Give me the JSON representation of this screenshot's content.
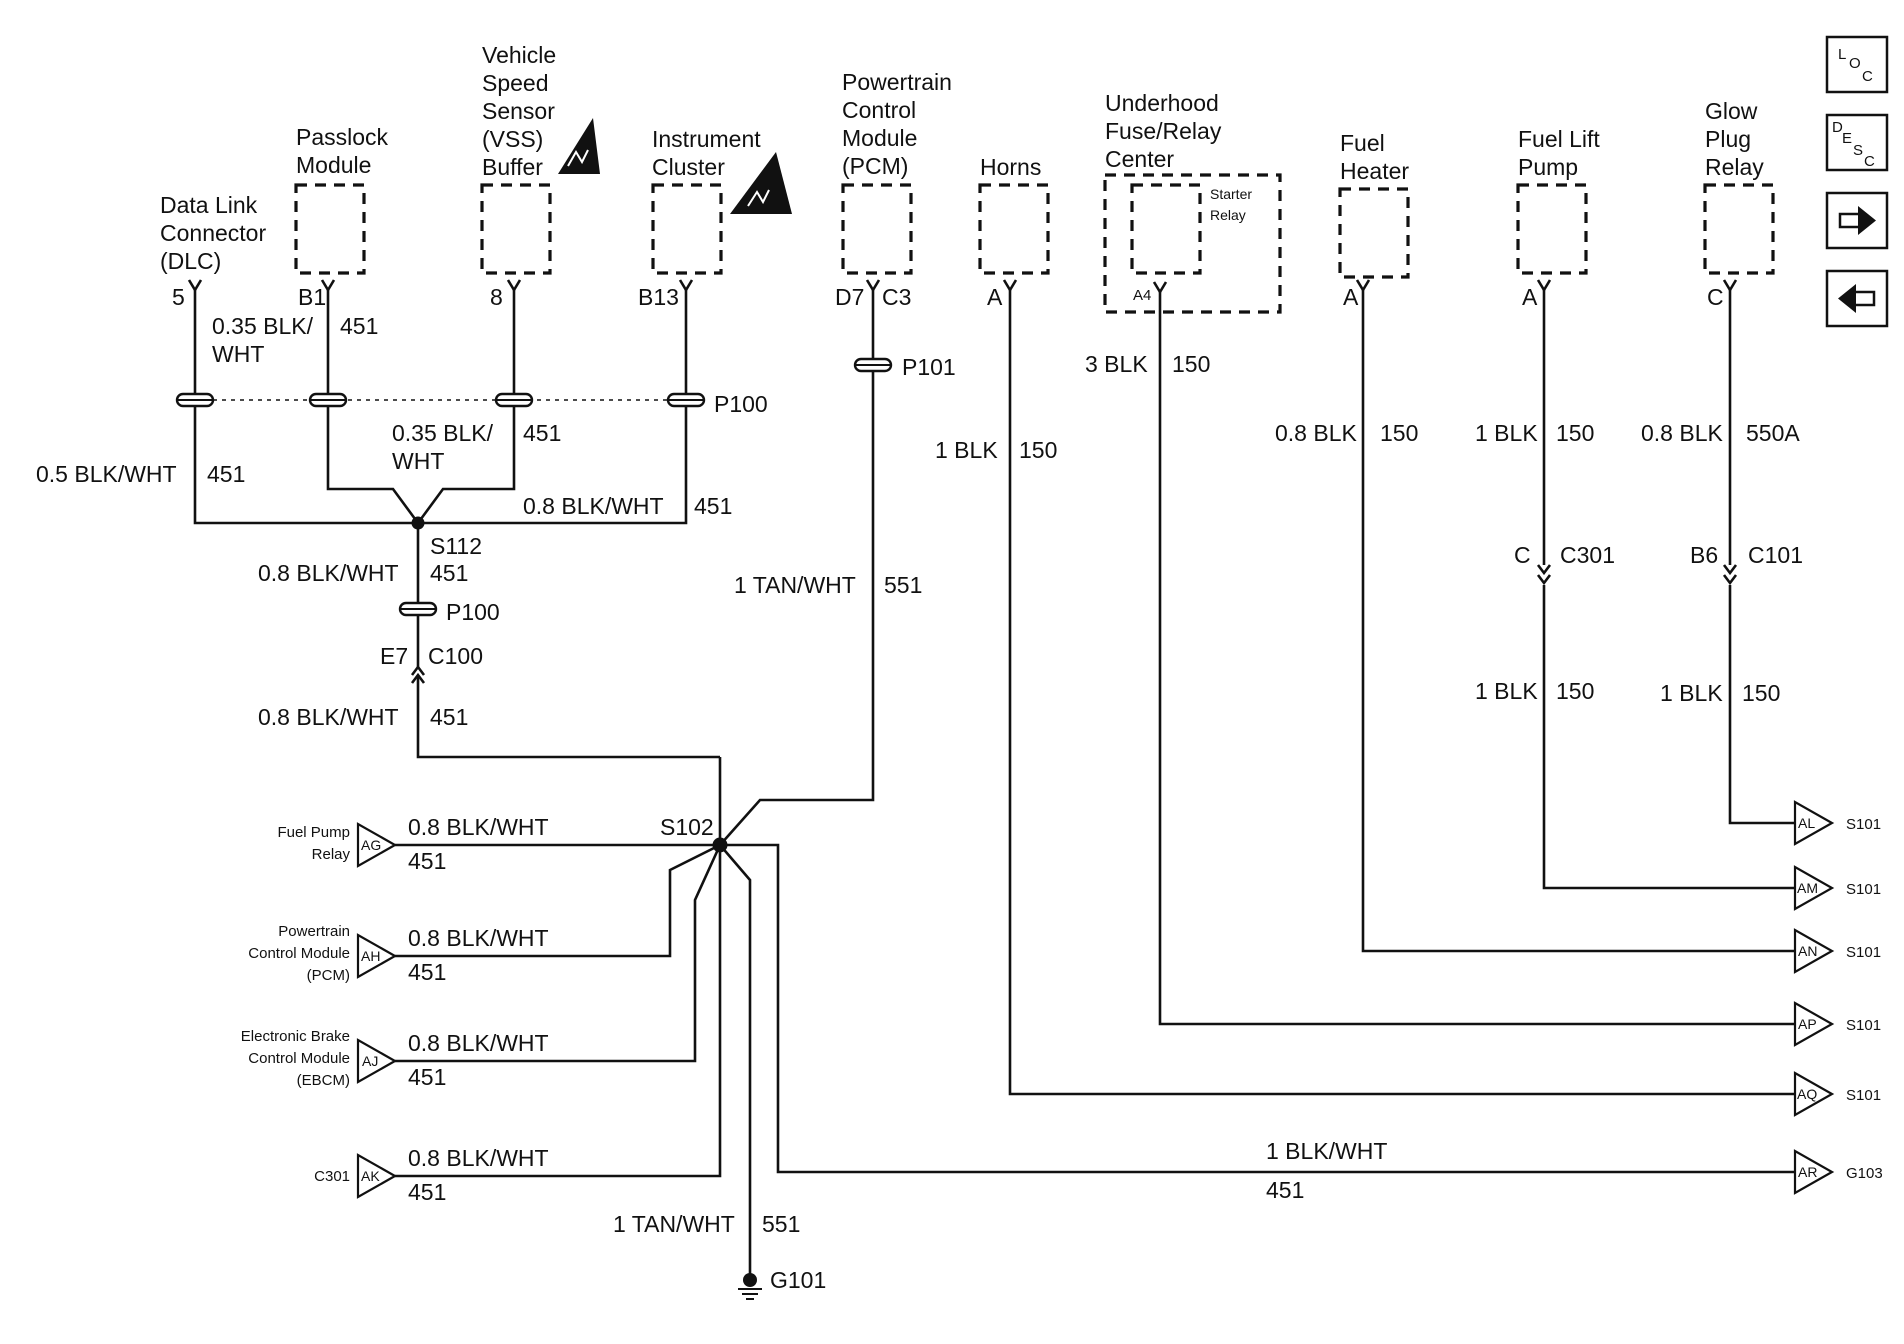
{
  "modules": {
    "dlc": [
      "Data Link",
      "Connector",
      "(DLC)"
    ],
    "passlock": [
      "Passlock",
      "Module"
    ],
    "vss": [
      "Vehicle",
      "Speed",
      "Sensor",
      "(VSS)",
      "Buffer"
    ],
    "cluster": [
      "Instrument",
      "Cluster"
    ],
    "pcm": [
      "Powertrain",
      "Control",
      "Module",
      "(PCM)"
    ],
    "horns": [
      "Horns"
    ],
    "ufrc": [
      "Underhood",
      "Fuse/Relay",
      "Center"
    ],
    "starter": [
      "Starter",
      "Relay"
    ],
    "fuel_heater": [
      "Fuel",
      "Heater"
    ],
    "fuel_lift": [
      "Fuel Lift",
      "Pump"
    ],
    "glow": [
      "Glow",
      "Plug",
      "Relay"
    ]
  },
  "pins": {
    "dlc": "5",
    "passlock": "B1",
    "vss": "8",
    "cluster": "B13",
    "pcm_a": "D7",
    "pcm_b": "C3",
    "horns": "A",
    "starter": "A4",
    "fuel_heater": "A",
    "fuel_lift": "A",
    "glow": "C"
  },
  "wires": {
    "passlock_size_1": "0.35 BLK/",
    "passlock_size_2": "WHT",
    "passlock_circ": "451",
    "vss_size_1": "0.35 BLK/",
    "vss_size_2": "WHT",
    "vss_circ": "451",
    "dlc_size": "0.5 BLK/WHT",
    "dlc_circ": "451",
    "cluster_size": "0.8 BLK/WHT",
    "cluster_circ": "451",
    "s112_down_size": "0.8 BLK/WHT",
    "s112_down_circ": "451",
    "c100_down_size": "0.8 BLK/WHT",
    "c100_down_circ": "451",
    "pcm_size": "1 TAN/WHT",
    "pcm_circ": "551",
    "horns_size": "1 BLK",
    "horns_circ": "150",
    "starter_size": "3 BLK",
    "starter_circ": "150",
    "heater_size": "0.8 BLK",
    "heater_circ": "150",
    "lift_size": "1 BLK",
    "lift_circ": "150",
    "lift_low_size": "1 BLK",
    "lift_low_circ": "150",
    "glow_size": "0.8 BLK",
    "glow_circ": "550A",
    "glow_low_size": "1 BLK",
    "glow_low_circ": "150",
    "fpr_size": "0.8 BLK/WHT",
    "fpr_circ": "451",
    "pcm2_size": "0.8 BLK/WHT",
    "pcm2_circ": "451",
    "ebcm_size": "0.8 BLK/WHT",
    "ebcm_circ": "451",
    "c301_size": "0.8 BLK/WHT",
    "c301_circ": "451",
    "ground_size": "1 TAN/WHT",
    "ground_circ": "551",
    "g103_size": "1 BLK/WHT",
    "g103_circ": "451"
  },
  "connectors": {
    "p100_top": "P100",
    "p100_low": "P100",
    "p101": "P101",
    "s112": "S112",
    "s102": "S102",
    "c100_pin": "E7",
    "c100": "C100",
    "c301_pin": "C",
    "c301": "C301",
    "c101_pin": "B6",
    "c101": "C101",
    "ground": "G101"
  },
  "left_refs": [
    {
      "name": [
        "Fuel Pump",
        "Relay"
      ],
      "code": "AG"
    },
    {
      "name": [
        "Powertrain",
        "Control Module",
        "(PCM)"
      ],
      "code": "AH"
    },
    {
      "name": [
        "Electronic Brake",
        "Control Module",
        "(EBCM)"
      ],
      "code": "AJ"
    },
    {
      "name": [
        "C301"
      ],
      "code": "AK"
    }
  ],
  "right_refs": [
    {
      "code": "AL",
      "dest": "S101"
    },
    {
      "code": "AM",
      "dest": "S101"
    },
    {
      "code": "AN",
      "dest": "S101"
    },
    {
      "code": "AP",
      "dest": "S101"
    },
    {
      "code": "AQ",
      "dest": "S101"
    },
    {
      "code": "AR",
      "dest": "G103"
    }
  ],
  "nav": {
    "loc": [
      "L",
      "O",
      "C"
    ],
    "desc": [
      "D",
      "E",
      "S",
      "C"
    ],
    "next_icon": "arrow-right-icon",
    "prev_icon": "arrow-left-icon"
  }
}
